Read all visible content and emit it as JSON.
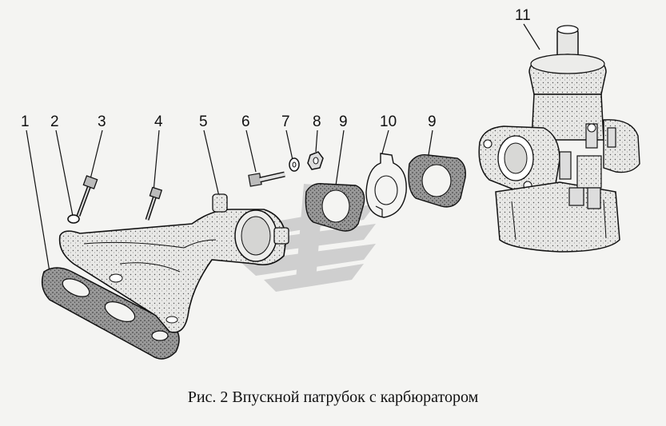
{
  "figure": {
    "caption": "Рис. 2  Впускной патрубок с карбюратором",
    "callouts": [
      {
        "id": "1",
        "label": "1"
      },
      {
        "id": "2",
        "label": "2"
      },
      {
        "id": "3",
        "label": "3"
      },
      {
        "id": "4",
        "label": "4"
      },
      {
        "id": "5",
        "label": "5"
      },
      {
        "id": "6",
        "label": "6"
      },
      {
        "id": "7",
        "label": "7"
      },
      {
        "id": "8",
        "label": "8"
      },
      {
        "id": "9a",
        "label": "9"
      },
      {
        "id": "10",
        "label": "10"
      },
      {
        "id": "9b",
        "label": "9"
      },
      {
        "id": "11",
        "label": "11"
      }
    ]
  },
  "colors": {
    "ink": "#111111",
    "watermark": "#c9c9c9",
    "background": "#f4f4f2"
  }
}
